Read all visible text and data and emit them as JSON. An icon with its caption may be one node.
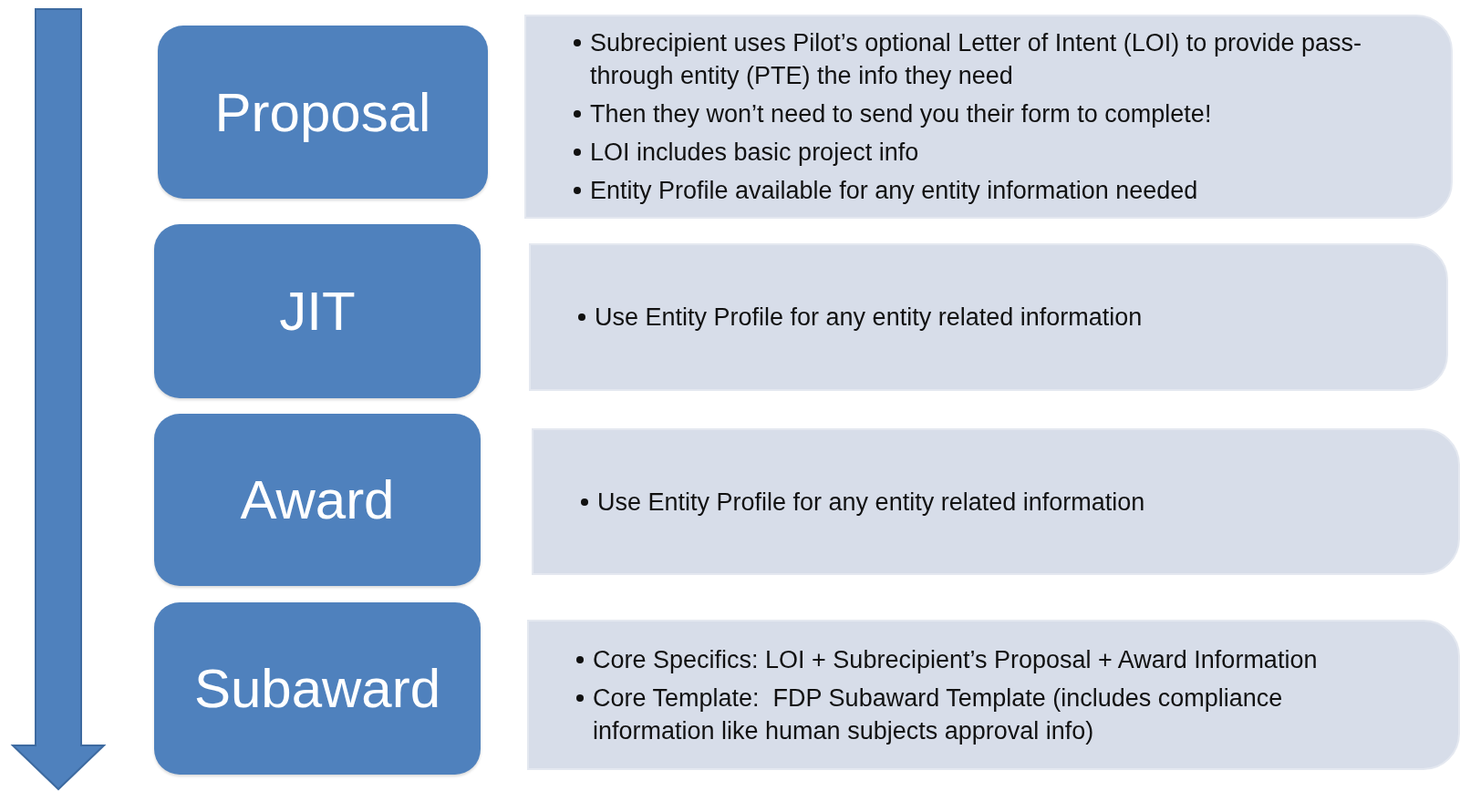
{
  "diagram": {
    "nodes": [
      {
        "text": [
          "Proposal"
        ]
      },
      {
        "text": [
          "Subrecipient uses Pilot’s optional Letter of Intent (LOI) to provide pass-through entity (PTE) the info they need",
          "Then they won’t need to send you their form to complete!",
          "LOI includes basic project info",
          "Entity Profile available for any entity information needed"
        ]
      },
      {
        "text": [
          "JIT"
        ]
      },
      {
        "text": [
          "Use Entity Profile for any entity related information"
        ]
      },
      {
        "text": [
          "Award"
        ]
      },
      {
        "text": [
          "Use Entity Profile for any entity related information"
        ]
      },
      {
        "text": [
          "Subaward"
        ]
      },
      {
        "text": [
          "Core Specifics: LOI + Subrecipient’s Proposal + Award Information",
          "Core Template:  FDP Subaward Template (includes compliance information like human subjects approval info)"
        ]
      }
    ],
    "edges": []
  }
}
